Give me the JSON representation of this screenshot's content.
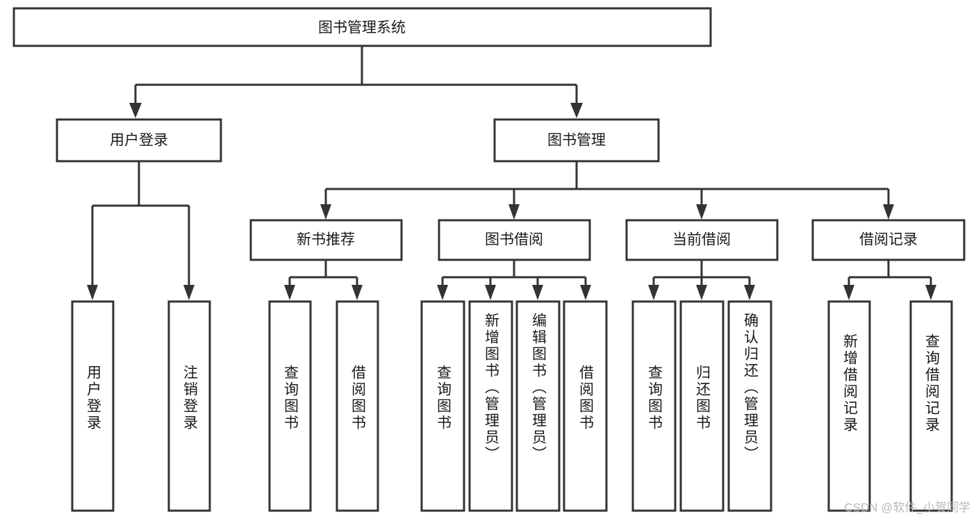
{
  "diagram": {
    "type": "tree-hierarchy-diagram",
    "title": "图书管理系统",
    "orientation": "top-down",
    "colors": {
      "box_fill": "#ffffff",
      "box_stroke": "#333333",
      "text": "#1a1a1a",
      "background": "#ffffff",
      "watermark": "#b9b9b9"
    },
    "root": {
      "label": "图书管理系统",
      "level": 0
    },
    "level2": [
      {
        "label": "用户登录"
      },
      {
        "label": "图书管理"
      }
    ],
    "level3": [
      {
        "label": "新书推荐"
      },
      {
        "label": "图书借阅"
      },
      {
        "label": "当前借阅"
      },
      {
        "label": "借阅记录"
      }
    ],
    "leaves": {
      "user_login": [
        {
          "label": "用户登录"
        },
        {
          "label": "注销登录"
        }
      ],
      "new_book_recommend": [
        {
          "label": "查询图书"
        },
        {
          "label": "借阅图书"
        }
      ],
      "book_borrow": [
        {
          "label": "查询图书"
        },
        {
          "label": "新增图书（管理员）"
        },
        {
          "label": "编辑图书（管理员）"
        },
        {
          "label": "借阅图书"
        }
      ],
      "current_borrow": [
        {
          "label": "查询图书"
        },
        {
          "label": "归还图书"
        },
        {
          "label": "确认归还（管理员）"
        }
      ],
      "borrow_record": [
        {
          "label": "新增借阅记录"
        },
        {
          "label": "查询借阅记录"
        }
      ]
    }
  },
  "watermark": {
    "text": "CSDN @软件_小贺同学"
  }
}
